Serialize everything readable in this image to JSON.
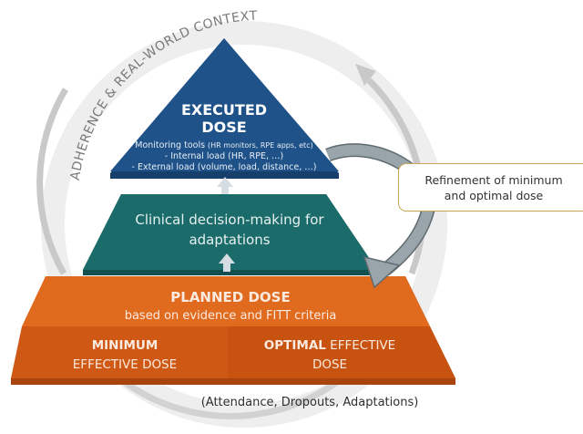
{
  "ring": {
    "label": "ADHERENCE & REAL-WORLD CONTEXT",
    "bottom_note": "(Attendance, Dropouts, Adaptations)"
  },
  "executed": {
    "title_line1": "EXECUTED",
    "title_line2": "DOSE",
    "line1_main": "Monitoring tools ",
    "line1_small": "(HR monitors, RPE apps, etc)",
    "line2": "- Internal load (HR, RPE, …)",
    "line3": "- External load (volume, load, distance, …)"
  },
  "clinical": {
    "line1": "Clinical decision-making for",
    "line2": "adaptations"
  },
  "planned": {
    "title": "PLANNED DOSE",
    "subtitle": "based on evidence and FITT criteria",
    "minimum_bold": "MINIMUM",
    "minimum_rest": "EFFECTIVE DOSE",
    "optimal_bold": "OPTIMAL",
    "optimal_rest": " EFFECTIVE",
    "optimal_line2": "DOSE"
  },
  "refinement": {
    "line1": "Refinement of minimum",
    "line2": "and optimal dose"
  },
  "colors": {
    "executed": "#1f5288",
    "clinical": "#1b6b6b",
    "planned": "#e06a1e",
    "planned_bottom": "#c8520f",
    "ring": "#eeeeee",
    "ring_arrow": "#c9c9c9",
    "refine_border": "#c9a55a"
  }
}
